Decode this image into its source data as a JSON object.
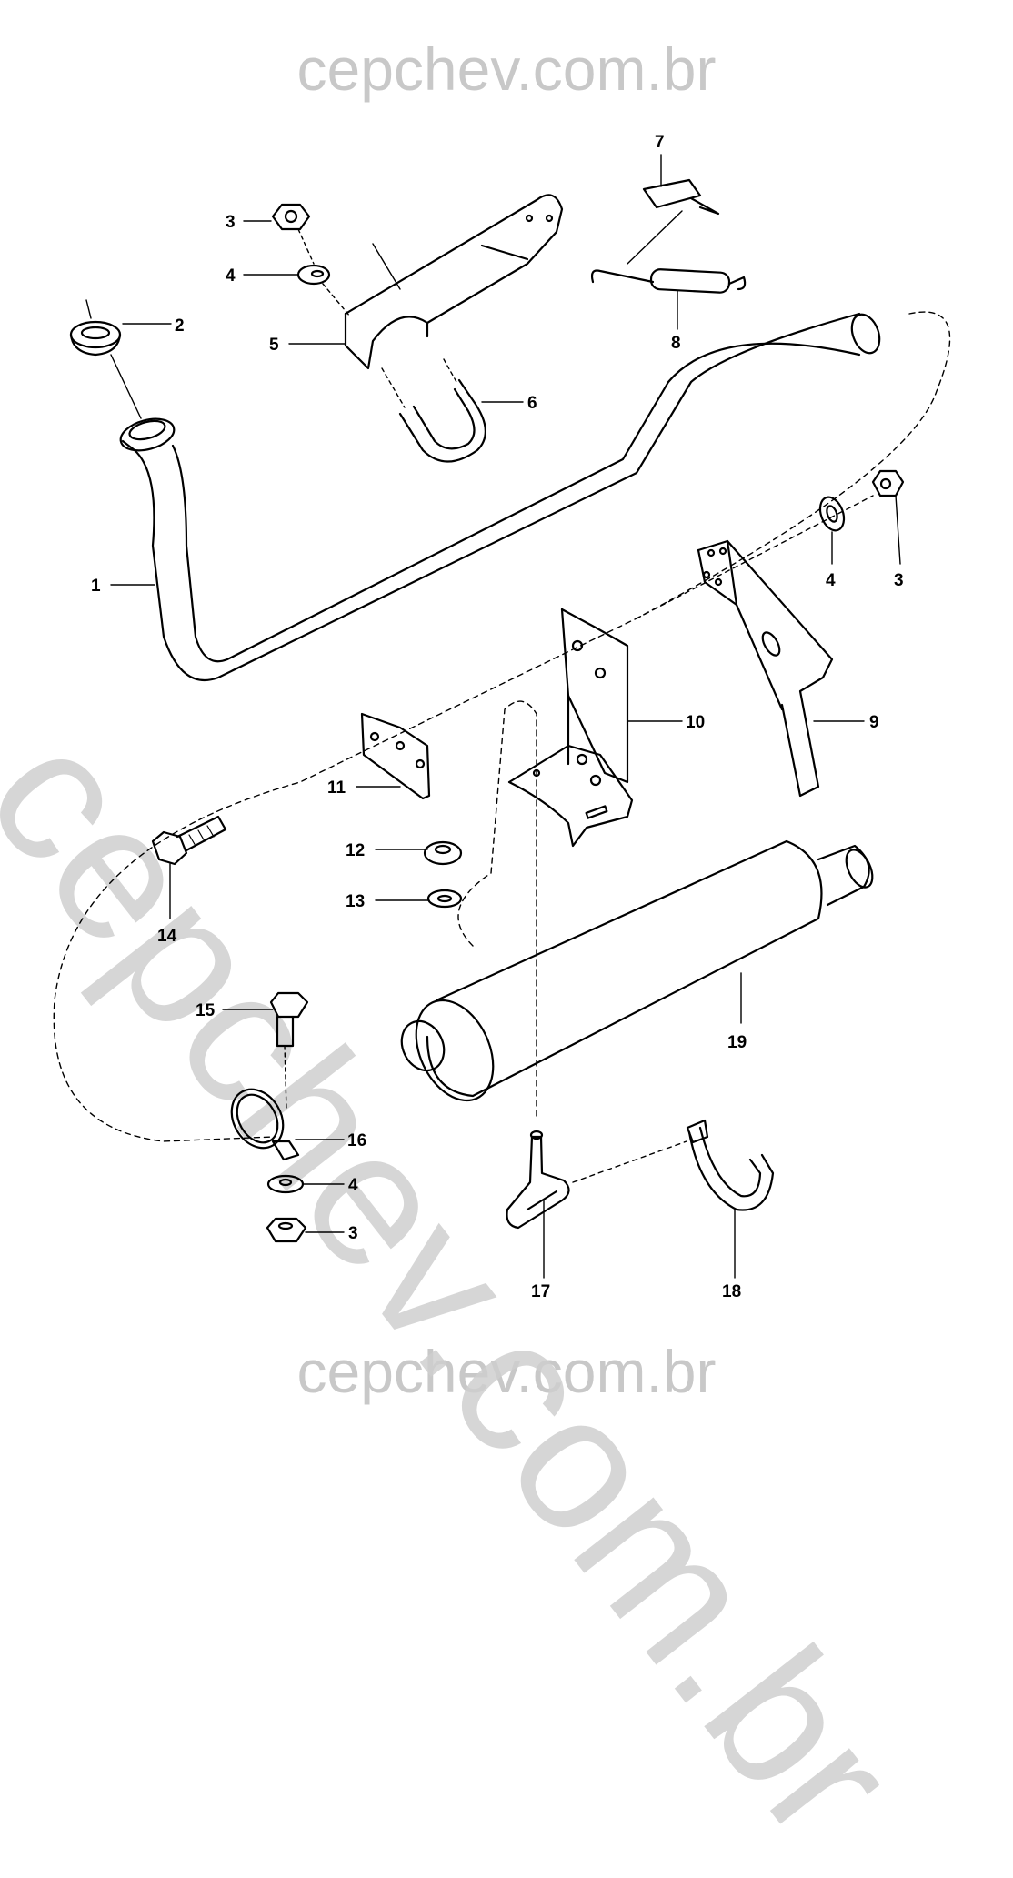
{
  "watermarks": {
    "top": "cepchev.com.br",
    "bottom": "cepchev.com.br",
    "diagonal": "cepchev.com.br"
  },
  "callouts": {
    "c1": "1",
    "c2": "2",
    "c3a": "3",
    "c4a": "4",
    "c5": "5",
    "c6": "6",
    "c7": "7",
    "c8": "8",
    "c3b": "3",
    "c4b": "4",
    "c9": "9",
    "c10": "10",
    "c11": "11",
    "c12": "12",
    "c13": "13",
    "c14": "14",
    "c15": "15",
    "c16": "16",
    "c4c": "4",
    "c3c": "3",
    "c17": "17",
    "c18": "18",
    "c19": "19"
  }
}
